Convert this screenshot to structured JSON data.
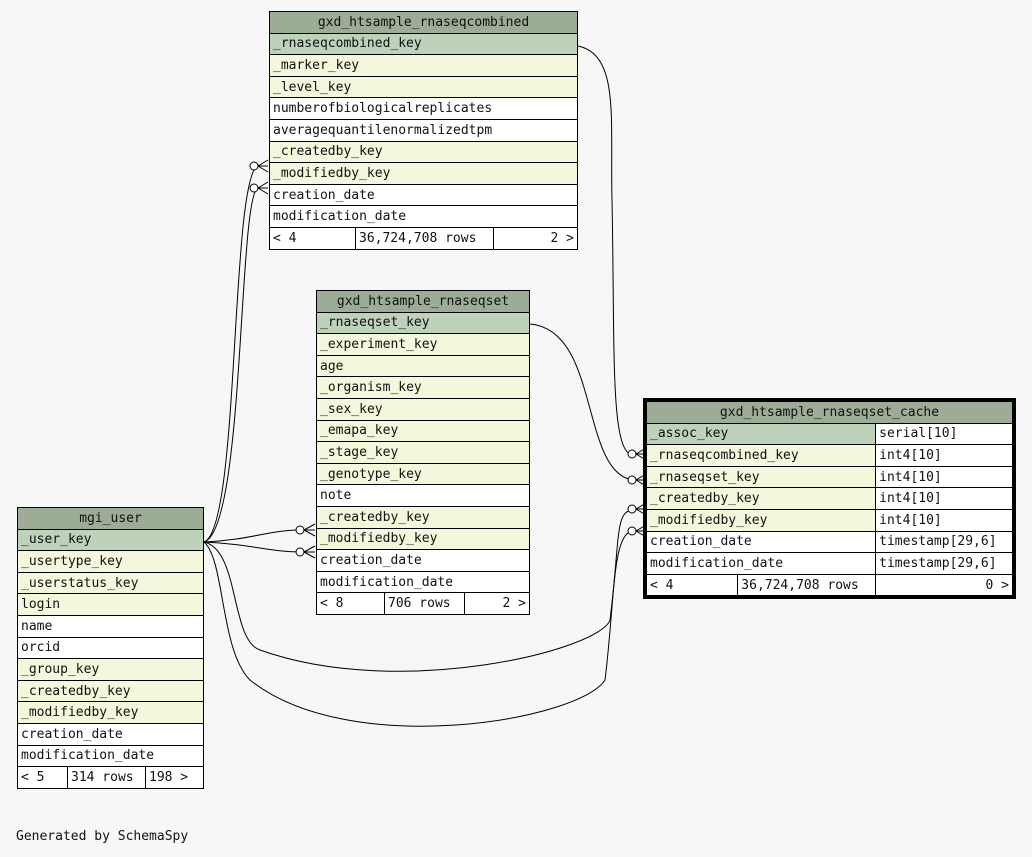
{
  "tables": {
    "combined": {
      "title": "gxd_htsample_rnaseqcombined",
      "rows": [
        "_rnaseqcombined_key",
        "_marker_key",
        "_level_key",
        "numberofbiologicalreplicates",
        "averagequantilenormalizedtpm",
        "_createdby_key",
        "_modifiedby_key",
        "creation_date",
        "modification_date"
      ],
      "footer": {
        "left": "< 4",
        "mid": "36,724,708 rows",
        "right": "2 >"
      }
    },
    "rnaseqset": {
      "title": "gxd_htsample_rnaseqset",
      "rows": [
        "_rnaseqset_key",
        "_experiment_key",
        "age",
        "_organism_key",
        "_sex_key",
        "_emapa_key",
        "_stage_key",
        "_genotype_key",
        "note",
        "_createdby_key",
        "_modifiedby_key",
        "creation_date",
        "modification_date"
      ],
      "footer": {
        "left": "< 8",
        "mid": "706 rows",
        "right": "2 >"
      }
    },
    "cache": {
      "title": "gxd_htsample_rnaseqset_cache",
      "rows": [
        {
          "name": "_assoc_key",
          "type": "serial[10]"
        },
        {
          "name": "_rnaseqcombined_key",
          "type": "int4[10]"
        },
        {
          "name": "_rnaseqset_key",
          "type": "int4[10]"
        },
        {
          "name": "_createdby_key",
          "type": "int4[10]"
        },
        {
          "name": "_modifiedby_key",
          "type": "int4[10]"
        },
        {
          "name": "creation_date",
          "type": "timestamp[29,6]"
        },
        {
          "name": "modification_date",
          "type": "timestamp[29,6]"
        }
      ],
      "footer": {
        "left": "< 4",
        "mid": "36,724,708 rows",
        "right": "0 >"
      }
    },
    "user": {
      "title": "mgi_user",
      "rows": [
        "_user_key",
        "_usertype_key",
        "_userstatus_key",
        "login",
        "name",
        "orcid",
        "_group_key",
        "_createdby_key",
        "_modifiedby_key",
        "creation_date",
        "modification_date"
      ],
      "footer": {
        "left": "< 5",
        "mid": "314 rows",
        "right": "198 >"
      }
    }
  },
  "footer_text": "Generated by SchemaSpy",
  "colors": {
    "header": "#9cac96",
    "pk": "#bdd1bb",
    "fk": "#f4f7dc",
    "background": "#f7f7f7"
  }
}
